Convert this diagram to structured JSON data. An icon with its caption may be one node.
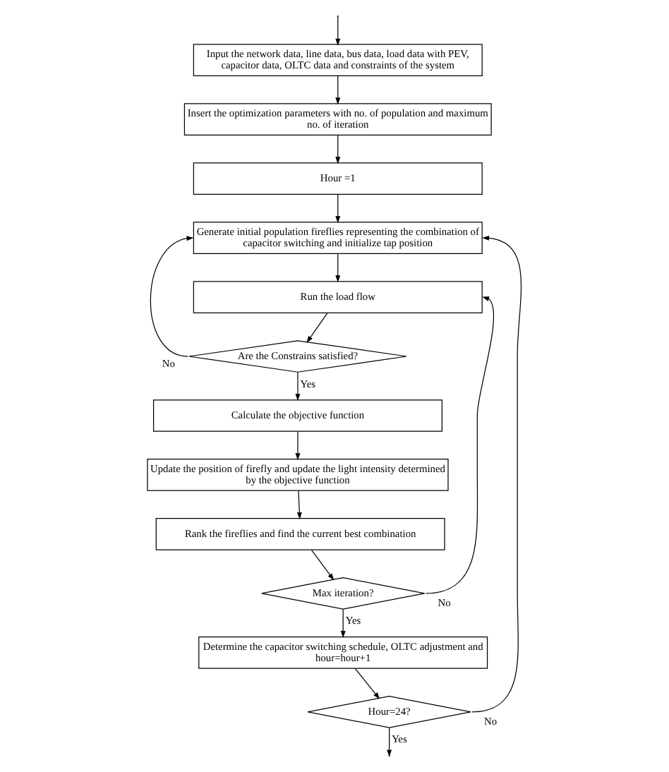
{
  "diagram": {
    "nodes": [
      {
        "text": [
          "Input the network data, line data, bus data, load data with PEV, capacitor data, OLTC data and constraints of the system"
        ]
      },
      {
        "text": [
          "Insert the optimization parameters with no. of population and maximum no. of iteration"
        ]
      },
      {
        "text": [
          "Hour =1"
        ]
      },
      {
        "text": [
          "Generate initial population fireflies representing the combination of capacitor switching and initialize tap position"
        ]
      },
      {
        "text": [
          "Run the load flow"
        ]
      },
      {
        "text": [
          "Are the Constrains satisfied?"
        ]
      },
      {
        "text": [
          "Calculate the objective function"
        ]
      },
      {
        "text": [
          "Update the position of firefly and update the light intensity determined by the objective function"
        ]
      },
      {
        "text": [
          "Rank the fireflies and find the current best combination"
        ]
      },
      {
        "text": [
          "Max iteration?"
        ]
      },
      {
        "text": [
          "Determine the capacitor switching schedule, OLTC adjustment and hour=hour+1"
        ]
      },
      {
        "text": [
          "Hour=24?"
        ]
      }
    ],
    "edges": [
      {
        "from": null,
        "to": 0,
        "arrow": "to"
      },
      {
        "from": 0,
        "to": 1,
        "arrow": "to"
      },
      {
        "from": 1,
        "to": 2,
        "arrow": "to"
      },
      {
        "from": 2,
        "to": 3,
        "arrow": "to"
      },
      {
        "from": 3,
        "to": 4,
        "arrow": "to"
      },
      {
        "from": 4,
        "to": 5,
        "arrow": "to"
      },
      {
        "from": 5,
        "to": 6,
        "arrow": "to",
        "label": "Yes"
      },
      {
        "from": 5,
        "to": 3,
        "arrow": "to",
        "label": "No"
      },
      {
        "from": 6,
        "to": 7,
        "arrow": "to"
      },
      {
        "from": 7,
        "to": 8,
        "arrow": "to"
      },
      {
        "from": 8,
        "to": 9,
        "arrow": "to"
      },
      {
        "from": 9,
        "to": 10,
        "arrow": "to",
        "label": "Yes"
      },
      {
        "from": 9,
        "to": 4,
        "arrow": "to",
        "label": "No"
      },
      {
        "from": 10,
        "to": 11,
        "arrow": "to"
      },
      {
        "from": 11,
        "to": 3,
        "arrow": "to",
        "label": "No"
      },
      {
        "from": 11,
        "to": null,
        "arrow": "to",
        "label": "Yes"
      }
    ]
  }
}
